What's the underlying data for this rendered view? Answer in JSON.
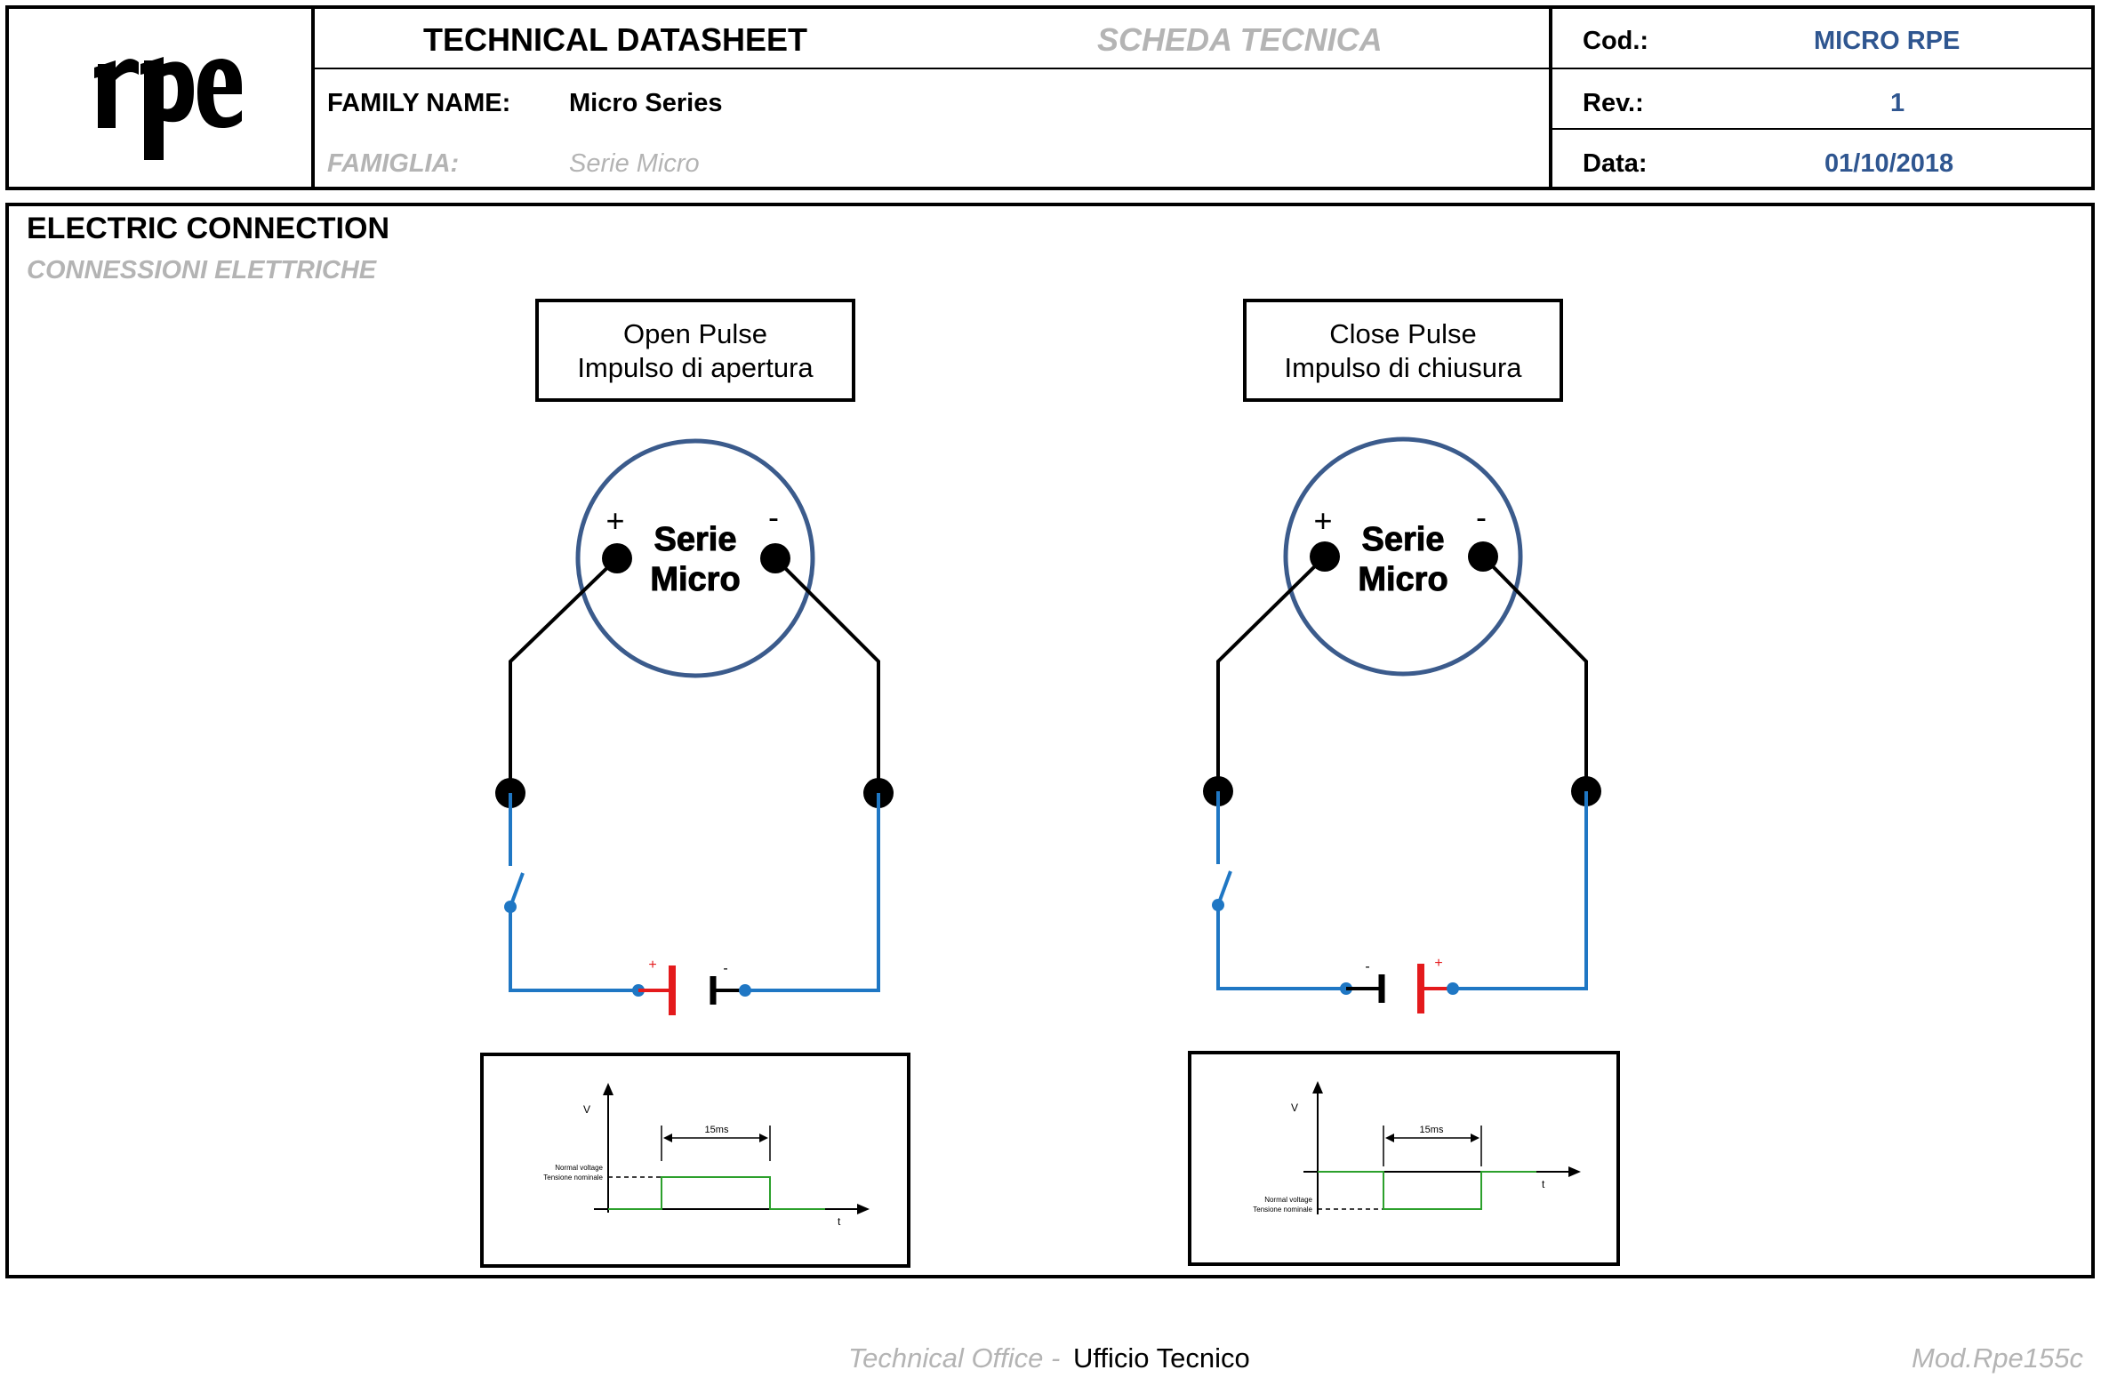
{
  "header": {
    "logo_text": "rpe",
    "title_en": "TECHNICAL DATASHEET",
    "title_it": "SCHEDA TECNICA",
    "family_label_en": "FAMILY NAME:",
    "family_value_en": "Micro Series",
    "family_label_it": "FAMIGLIA:",
    "family_value_it": "Serie Micro",
    "cod_label": "Cod.:",
    "cod_value": "MICRO RPE",
    "rev_label": "Rev.:",
    "rev_value": "1",
    "date_label": "Data:",
    "date_value": "01/10/2018"
  },
  "section": {
    "title_en": "ELECTRIC CONNECTION",
    "title_it": "CONNESSIONI ELETTRICHE"
  },
  "diagrams": [
    {
      "label_en": "Open Pulse",
      "label_it": "Impulso  di apertura",
      "coil_line1": "Serie",
      "coil_line2": "Micro",
      "plus": "+",
      "minus": "-",
      "battery_left_sign": "+",
      "battery_right_sign": "-",
      "wave_v": "V",
      "wave_t": "t",
      "wave_duration": "15ms",
      "wave_label_1": "Normal voltage",
      "wave_label_2": "Tensione nominale"
    },
    {
      "label_en": "Close Pulse",
      "label_it": "Impulso  di chiusura",
      "coil_line1": "Serie",
      "coil_line2": "Micro",
      "plus": "+",
      "minus": "-",
      "battery_left_sign": "-",
      "battery_right_sign": "+",
      "wave_v": "V",
      "wave_t": "t",
      "wave_duration": "15ms",
      "wave_label_1": "Normal voltage",
      "wave_label_2": "Tensione nominale"
    }
  ],
  "footer": {
    "office_en": "Technical Office -",
    "office_it": "Ufficio Tecnico",
    "model": "Mod.Rpe155c"
  },
  "colors": {
    "wire_black": "#000000",
    "wire_blue": "#1f77c4",
    "coil_ring": "#3b5b8c",
    "battery_positive": "#e41a1c",
    "pulse_green": "#2ca02c",
    "header_value_blue": "#2f5690",
    "secondary_grey": "#b4b4b4"
  }
}
